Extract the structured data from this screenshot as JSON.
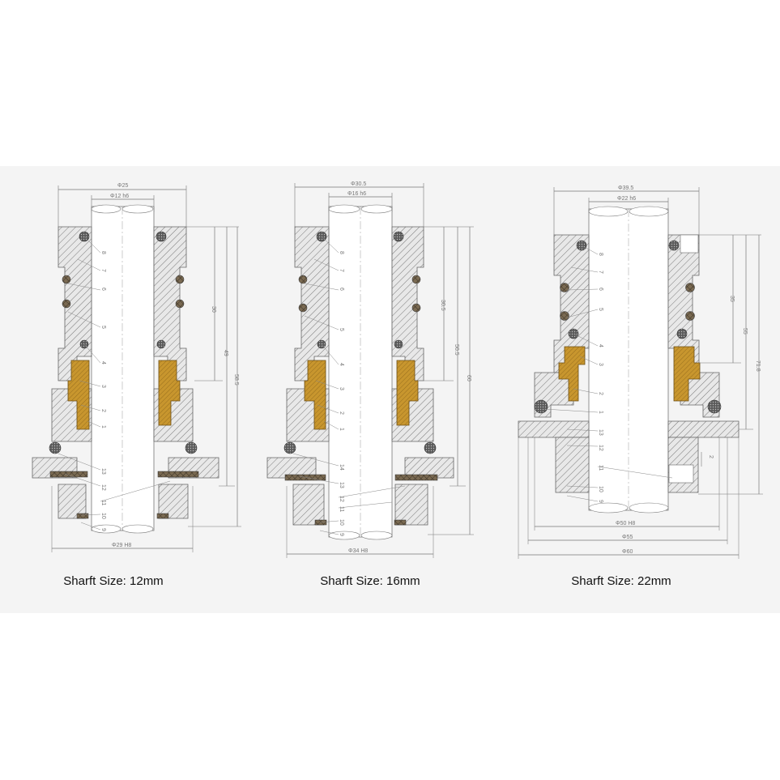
{
  "drawings": [
    {
      "caption": "Sharft Size: 12mm",
      "dims": {
        "outer_dia": "Φ25",
        "shaft_dia": "Φ12 h6",
        "bottom_dia": "Φ29 H8",
        "len_a": "30",
        "len_b": "49",
        "len_c": "58.5"
      },
      "part_numbers": [
        "8",
        "7",
        "6",
        "5",
        "4",
        "3",
        "2",
        "1",
        "13",
        "12",
        "11",
        "10",
        "9"
      ]
    },
    {
      "caption": "Sharft Size: 16mm",
      "dims": {
        "outer_dia": "Φ30.5",
        "shaft_dia": "Φ16 h6",
        "bottom_dia": "Φ34 H8",
        "len_a": "30.5",
        "len_b": "50.5",
        "len_c": "60"
      },
      "part_numbers": [
        "8",
        "7",
        "6",
        "5",
        "4",
        "3",
        "2",
        "1",
        "14",
        "13",
        "12",
        "11",
        "10",
        "9"
      ]
    },
    {
      "caption": "Sharft Size: 22mm",
      "dims": {
        "outer_dia": "Φ39.5",
        "shaft_dia": "Φ22 h6",
        "dia_50": "Φ50 H8",
        "dia_55": "Φ55",
        "dia_60": "Φ60",
        "len_a": "35",
        "len_b": "55",
        "len_c": "71.8",
        "small_dim": "2"
      },
      "part_numbers": [
        "8",
        "7",
        "6",
        "5",
        "4",
        "3",
        "2",
        "1",
        "13",
        "12",
        "11",
        "10",
        "9"
      ]
    }
  ],
  "colors": {
    "background_band": "#f4f4f4",
    "line": "#6a6a6a",
    "brass": "#c8962e",
    "hatch": "#8a8a8a"
  }
}
